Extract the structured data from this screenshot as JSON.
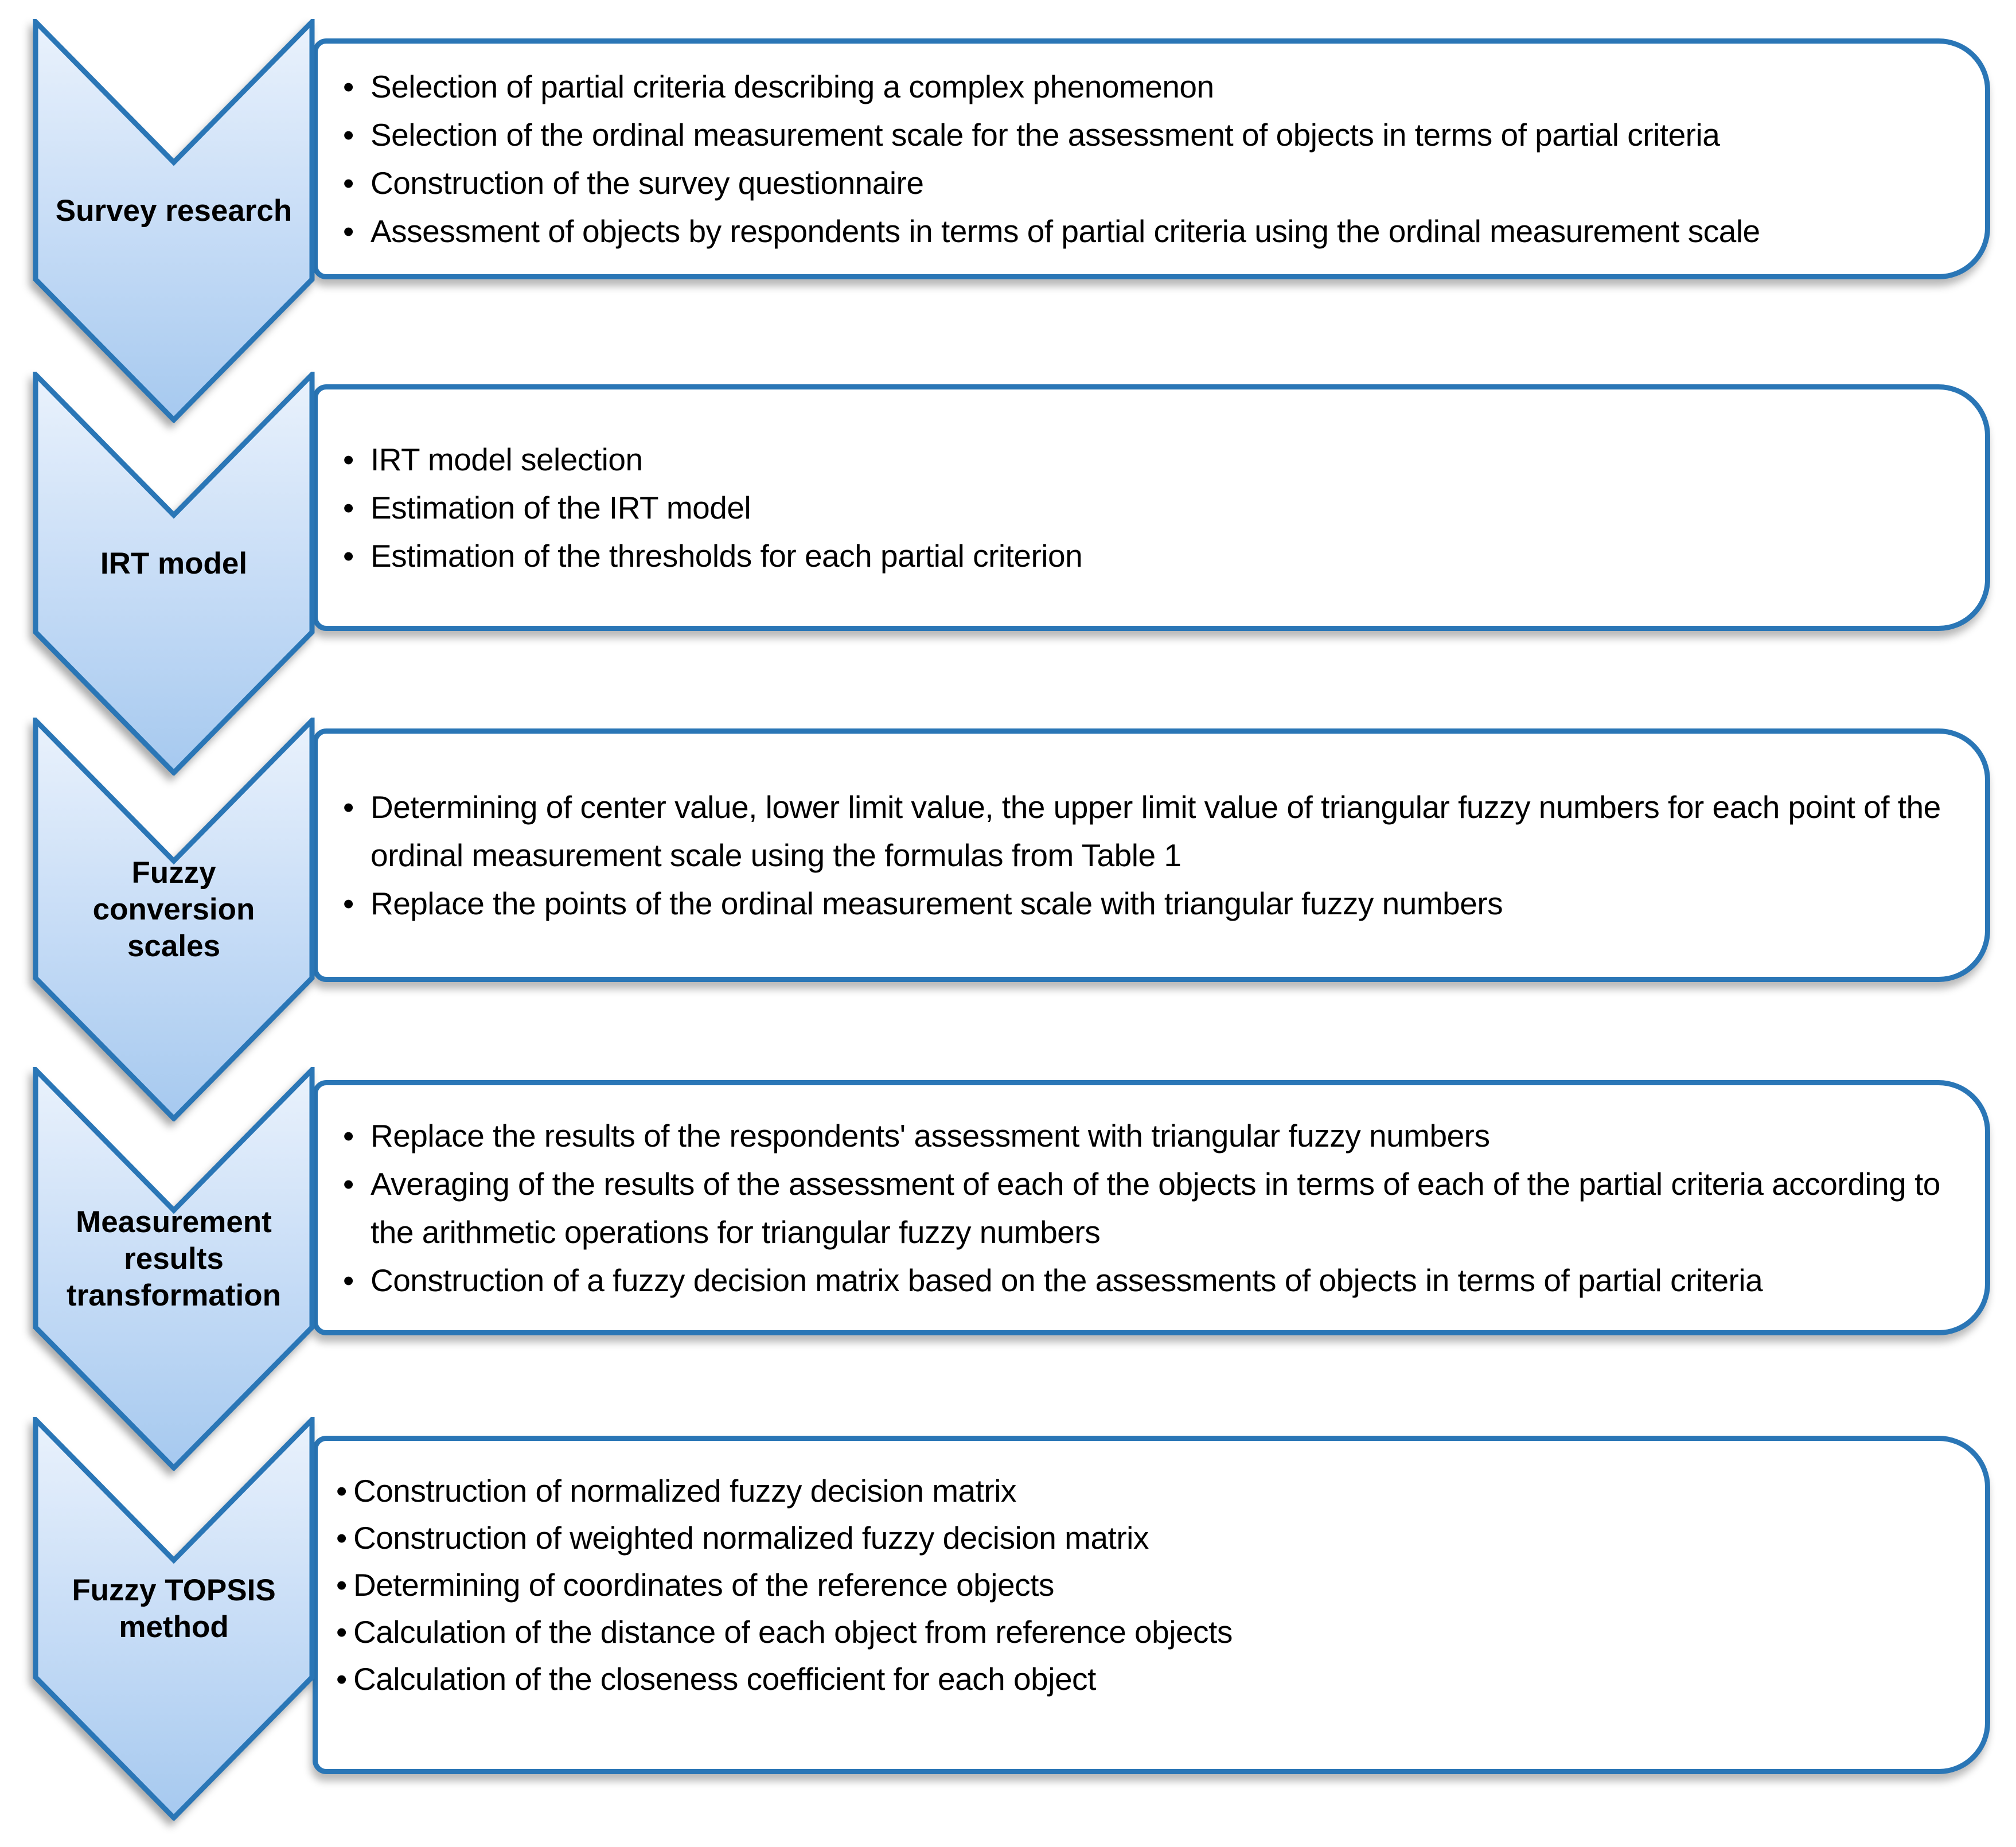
{
  "figure": {
    "type": "vertical-chevron-process-flow",
    "colors": {
      "accent_border": "#2a76b6",
      "chevron_gradient_top": "#eaf2fc",
      "chevron_gradient_bottom": "#a6c9ef",
      "box_background": "#ffffff",
      "text": "#000000"
    },
    "stages": [
      {
        "label": "Survey research",
        "bullets": [
          "Selection of partial criteria describing a complex phenomenon",
          "Selection of the ordinal measurement scale for the assessment of objects in terms of partial criteria",
          "Construction of the survey questionnaire",
          "Assessment of objects by respondents in terms of partial criteria using the ordinal measurement scale"
        ]
      },
      {
        "label": "IRT model",
        "bullets": [
          "IRT model selection",
          "Estimation of the IRT model",
          "Estimation of the thresholds for each partial criterion"
        ]
      },
      {
        "label": "Fuzzy conversion scales",
        "bullets": [
          "Determining of center value, lower limit value, the upper limit value of triangular fuzzy numbers for each point of the ordinal measurement scale using the formulas from Table 1",
          "Replace the points of the ordinal measurement scale with triangular fuzzy numbers"
        ]
      },
      {
        "label": "Measurement results transformation",
        "bullets": [
          "Replace the results of the respondents' assessment with triangular fuzzy numbers",
          "Averaging of the results of the assessment of each of the objects in terms of each of the partial criteria according to the arithmetic operations for triangular fuzzy numbers",
          "Construction of a fuzzy decision matrix based on the assessments of objects in terms of partial criteria"
        ]
      },
      {
        "label": "Fuzzy TOPSIS method",
        "bullets": [
          "Construction of normalized fuzzy decision matrix",
          "Construction of weighted normalized fuzzy decision matrix",
          "Determining of coordinates of the reference objects",
          "Calculation of the distance of each object from reference objects",
          "Calculation of the closeness coefficient for each object"
        ]
      }
    ]
  }
}
